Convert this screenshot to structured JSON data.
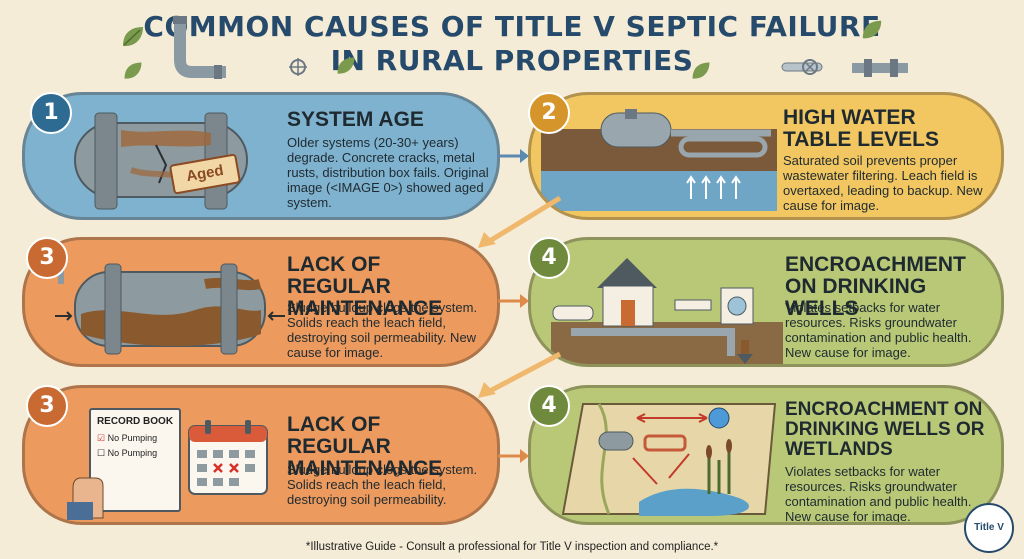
{
  "title": {
    "line1": "COMMON CAUSES OF TITLE V SEPTIC FAILURE",
    "line2": "IN RURAL PROPERTIES"
  },
  "panels": [
    {
      "number": "1",
      "heading": "SYSTEM AGE",
      "body": "Older systems (20-30+ years) degrade. Concrete cracks, metal rusts, distribution box fails. Original image (<IMAGE 0>) showed aged system.",
      "tag": "Aged"
    },
    {
      "number": "2",
      "heading": "HIGH WATER TABLE LEVELS",
      "body": "Saturated soil prevents proper wastewater filtering. Leach field is overtaxed, leading to backup. New cause for image."
    },
    {
      "number": "3",
      "heading": "LACK OF REGULAR MAINTENANCE",
      "body": "Sludge buildup clogs the system. Solids reach the leach field, destroying soil permeability. New cause for image."
    },
    {
      "number": "4",
      "heading": "ENCROACHMENT ON DRINKING WELLS",
      "body": "Violates setbacks for water resources. Risks groundwater contamination and public health. New cause for image."
    },
    {
      "number": "3",
      "heading": "LACK OF REGULAR MAINTENANCE",
      "body": "Sludge buildup clogs the system. Solids reach the leach field, destroying soil permeability.",
      "record_book": {
        "title": "RECORD BOOK",
        "items": [
          "No Pumping",
          "No Pumping"
        ]
      }
    },
    {
      "number": "4",
      "heading": "ENCROACHMENT ON DRINKING WELLS OR WETLANDS",
      "body": "Violates setbacks for water resources. Risks groundwater contamination and public health. New cause for image."
    }
  ],
  "footer": "*Illustrative Guide - Consult a professional for Title V inspection and compliance.*",
  "badge": "Title V",
  "colors": {
    "title": "#254a6b",
    "blue_panel": "#7fb2cf",
    "yellow_panel": "#f2c761",
    "orange_panel": "#ec9a5e",
    "green_panel": "#b8c877",
    "arrow": "#f0b86c"
  }
}
